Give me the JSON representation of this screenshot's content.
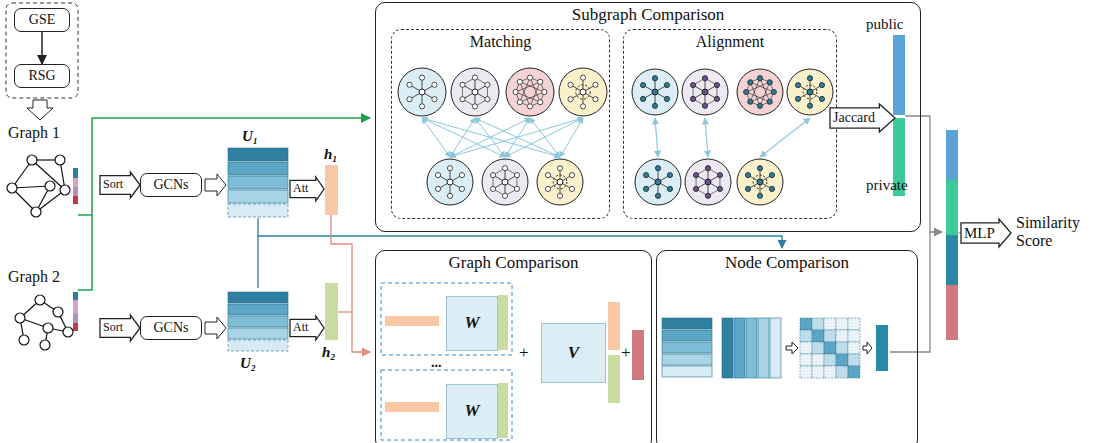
{
  "diagram": {
    "nodes": [
      {
        "text": [
          "GSE"
        ]
      },
      {
        "text": [
          "RSG"
        ]
      },
      {
        "text": [
          "Subgraph Comparison"
        ]
      },
      {
        "text": [
          "Matching"
        ],
        "in": 2
      },
      {
        "text": [
          "Alignment"
        ],
        "in": 2
      },
      {
        "text": [
          "Graph Comparison"
        ]
      },
      {
        "text": [
          "W"
        ],
        "in": 5
      },
      {
        "text": [
          "W"
        ],
        "in": 5
      },
      {
        "text": [
          "V"
        ],
        "in": 5
      },
      {
        "text": [
          "Node Comparison"
        ]
      },
      {
        "text": [
          "Sort"
        ]
      },
      {
        "text": [
          "GCNs"
        ]
      },
      {
        "text": [
          "Att"
        ]
      },
      {
        "text": [
          "Sort"
        ]
      },
      {
        "text": [
          "GCNs"
        ]
      },
      {
        "text": [
          "Att"
        ]
      },
      {
        "text": [
          "Jaccard"
        ]
      },
      {
        "text": [
          "MLP"
        ]
      }
    ],
    "edges": [
      {
        "from": 0,
        "to": 1,
        "arrow": "to"
      }
    ],
    "labels": [
      "Graph 1",
      "Graph 2",
      "U₁",
      "U₂",
      "h₁",
      "h₂",
      "public",
      "private",
      "Similarity Score",
      "...",
      "+",
      "+"
    ]
  }
}
